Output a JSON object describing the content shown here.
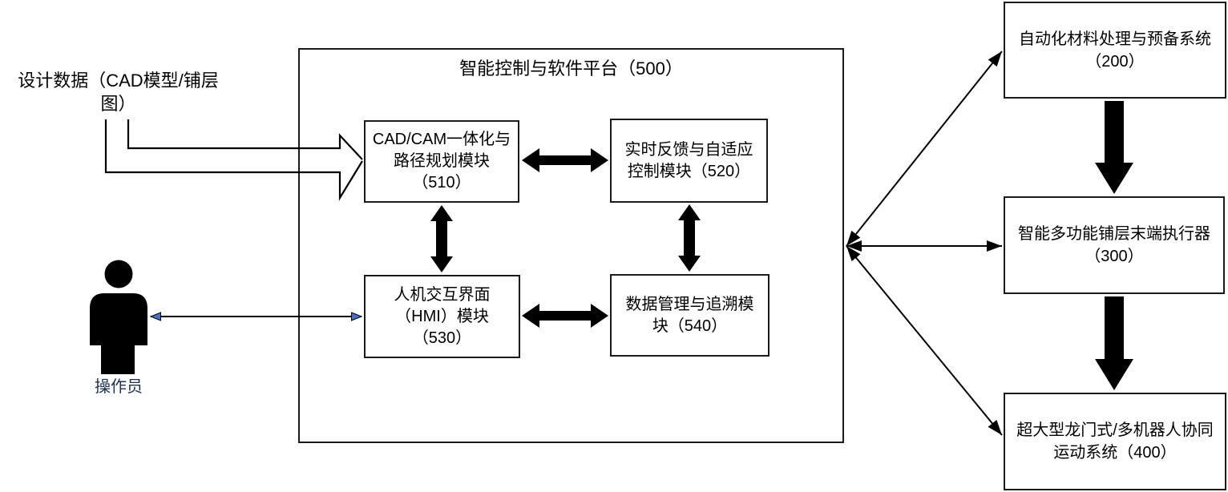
{
  "diagram": {
    "design_data_label": {
      "line1": "设计数据（CAD模型/铺层",
      "line2": "图）"
    },
    "operator_label": "操作员",
    "platform": {
      "title": "智能控制与软件平台（500）"
    },
    "modules": {
      "m510": {
        "line1": "CAD/CAM一体化与",
        "line2": "路径规划模块",
        "line3": "（510）"
      },
      "m520": {
        "line1": "实时反馈与自适应",
        "line2": "控制模块（520）"
      },
      "m530": {
        "line1": "人机交互界面",
        "line2": "（HMI）模块",
        "line3": "（530）"
      },
      "m540": {
        "line1": "数据管理与追溯模",
        "line2": "块（540）"
      }
    },
    "systems": {
      "s200": {
        "line1": "自动化材料处理与预备系统",
        "line2": "（200）"
      },
      "s300": {
        "line1": "智能多功能铺层末端执行器",
        "line2": "（300）"
      },
      "s400": {
        "line1": "超大型龙门式/多机器人协同",
        "line2": "运动系统（400）"
      }
    },
    "colors": {
      "line": "#000000",
      "thick_arrow": "#000000",
      "accent_arrowhead": "#4472C4",
      "box_border": "#1a1a1a",
      "background": "#ffffff",
      "operator_text": "#1f3050"
    }
  }
}
